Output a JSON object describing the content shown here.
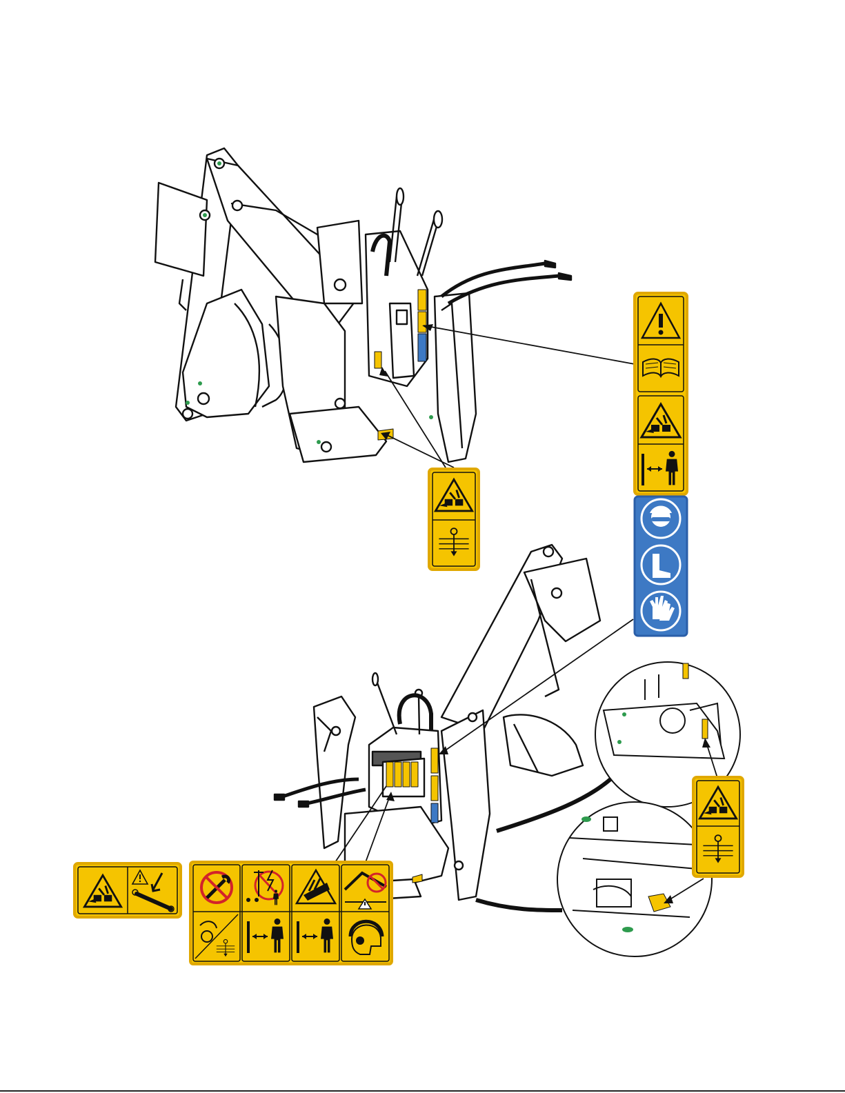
{
  "colors": {
    "decal_yellow": "#F5C400",
    "decal_border": "#E0A800",
    "decal_blue": "#3D79C4",
    "ink": "#111111",
    "label_green": "#2E9B4E",
    "prohibit_red": "#D2232A"
  },
  "diagram": {
    "views": [
      {
        "id": "backhoe-rear-view",
        "description_icon": "backhoe-machine-top"
      },
      {
        "id": "backhoe-front-view",
        "description_icon": "backhoe-machine-bottom"
      }
    ],
    "detail_circles": [
      "swing-pivot-detail",
      "lower-cylinder-detail"
    ],
    "decals": [
      {
        "id": "decal-crush-read-manual-keep-away",
        "icons": [
          "warning-exclamation-icon",
          "open-book-icon",
          "crush-hazard-icon",
          "keep-away-person-icon"
        ]
      },
      {
        "id": "decal-ppe",
        "icons": [
          "safety-glasses-helmet-icon",
          "safety-boots-icon",
          "safety-gloves-icon"
        ]
      },
      {
        "id": "decal-crush-lock-pin-top",
        "icons": [
          "crush-hazard-icon",
          "lock-pin-icon"
        ]
      },
      {
        "id": "decal-crush-lock-pin-right",
        "icons": [
          "crush-hazard-icon",
          "lock-pin-icon"
        ]
      },
      {
        "id": "decal-crush-cylinder",
        "icons": [
          "crush-hazard-icon",
          "warning-triangle-icon",
          "cylinder-arrow-icon"
        ]
      },
      {
        "id": "decal-multi-hazard",
        "icons": [
          "no-wrench-icon",
          "electrocution-icon",
          "hand-crush-icon",
          "no-overhead-icon",
          "lock-pin-icon",
          "keep-away-person-icon",
          "keep-away-person-icon",
          "ear-protection-icon"
        ]
      }
    ]
  }
}
